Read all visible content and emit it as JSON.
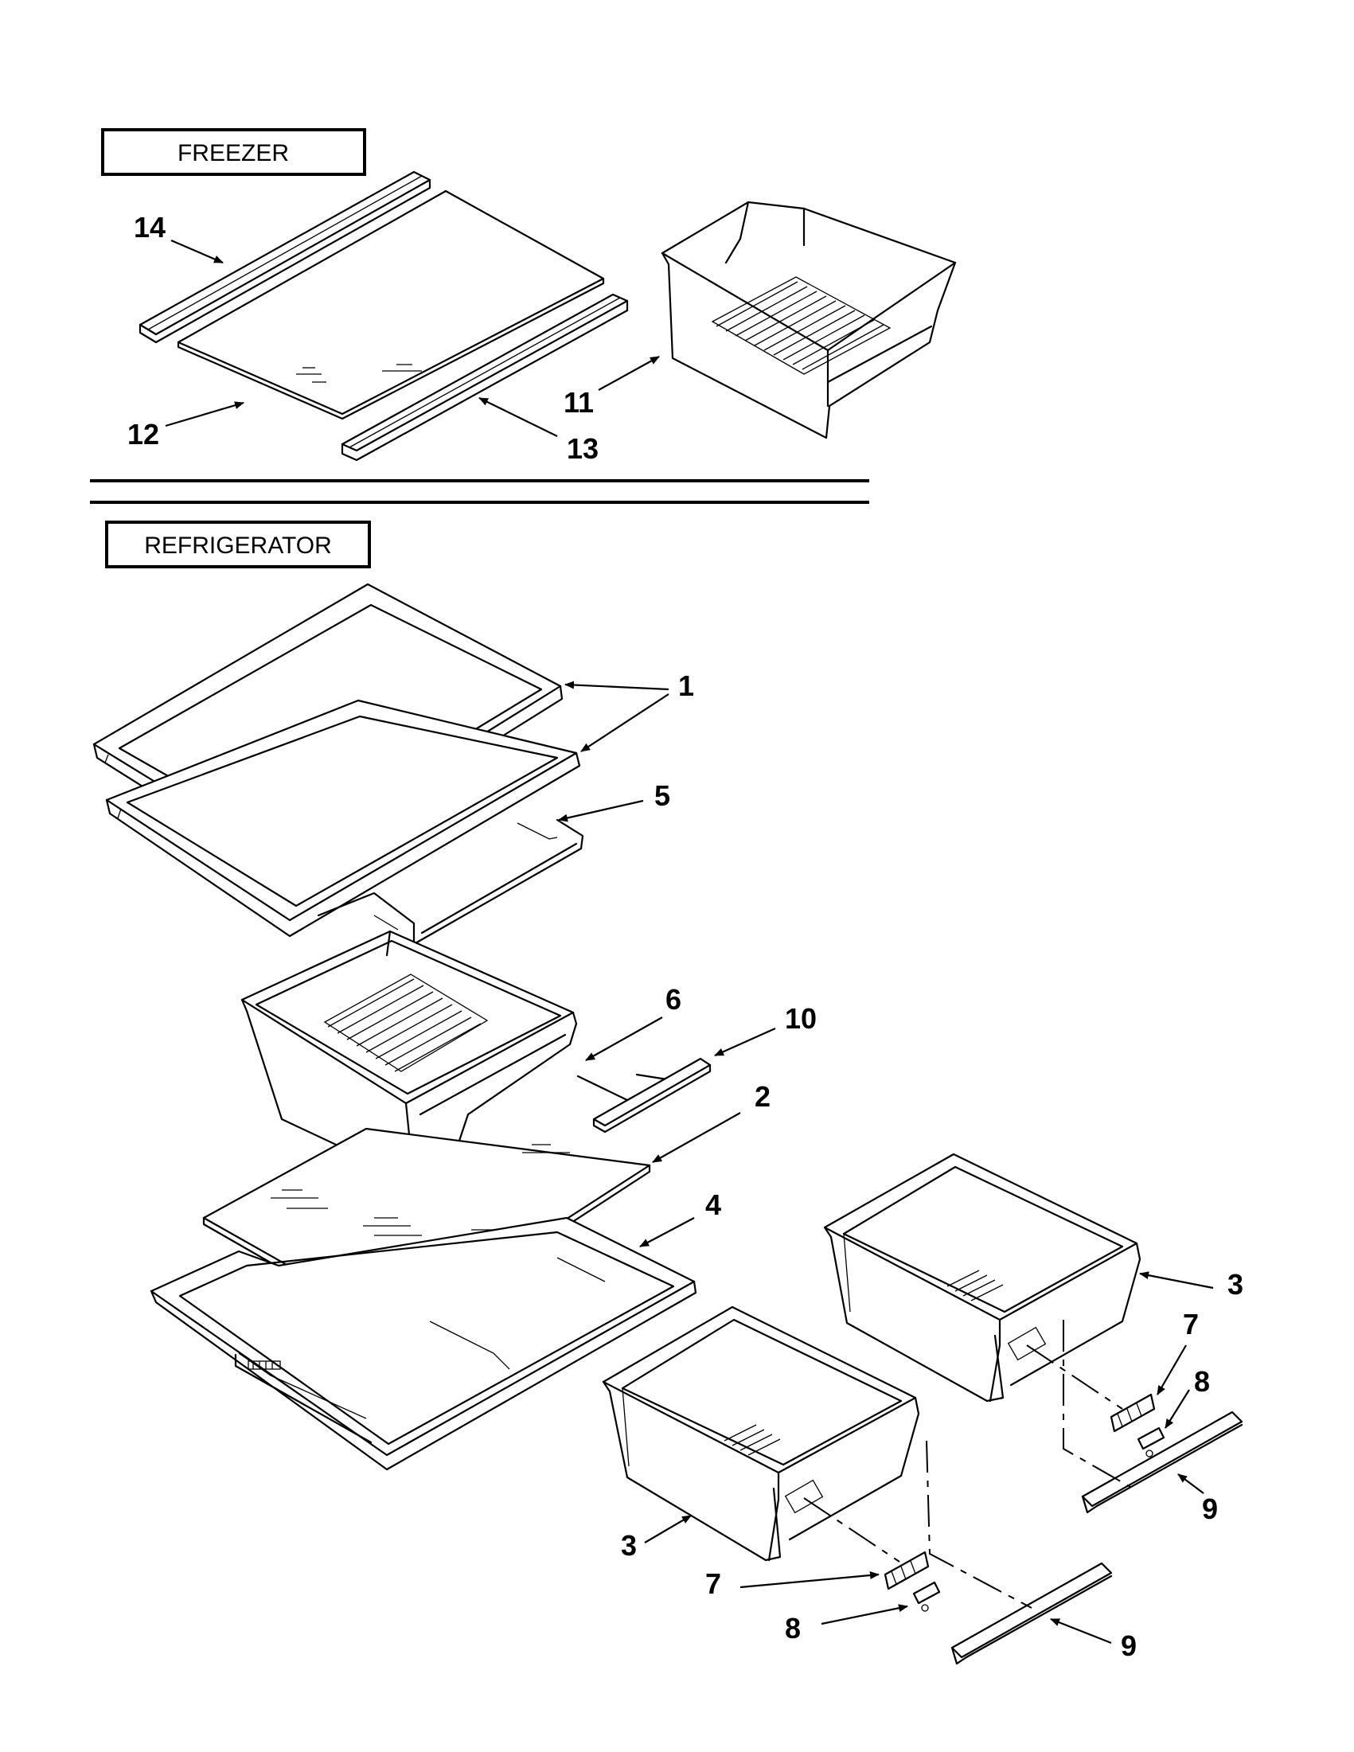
{
  "sections": {
    "freezer": {
      "label": "FREEZER"
    },
    "refrigerator": {
      "label": "REFRIGERATOR"
    }
  },
  "callouts": {
    "c14": "14",
    "c12": "12",
    "c13": "13",
    "c11": "11",
    "c1": "1",
    "c5": "5",
    "c6": "6",
    "c10": "10",
    "c2": "2",
    "c4": "4",
    "c3a": "3",
    "c3b": "3",
    "c7a": "7",
    "c7b": "7",
    "c8a": "8",
    "c8b": "8",
    "c9a": "9",
    "c9b": "9"
  }
}
